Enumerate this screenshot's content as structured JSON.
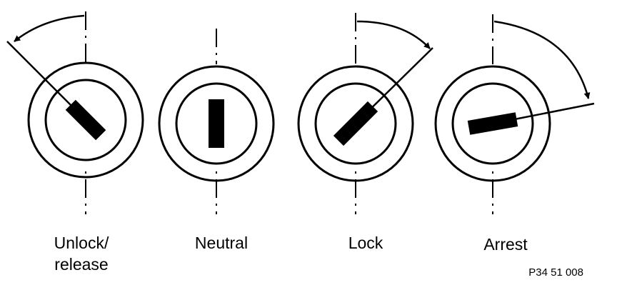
{
  "positions": [
    {
      "label_line1": "Unlock/",
      "label_line2": "release",
      "key_angle_deg": 135
    },
    {
      "label_line1": "Neutral",
      "label_line2": "",
      "key_angle_deg": 90
    },
    {
      "label_line1": "Lock",
      "label_line2": "",
      "key_angle_deg": 45
    },
    {
      "label_line1": "Arrest",
      "label_line2": "",
      "key_angle_deg": 10
    }
  ],
  "reference": "P34 51 008",
  "colors": {
    "ink": "#000000",
    "background": "#ffffff"
  }
}
